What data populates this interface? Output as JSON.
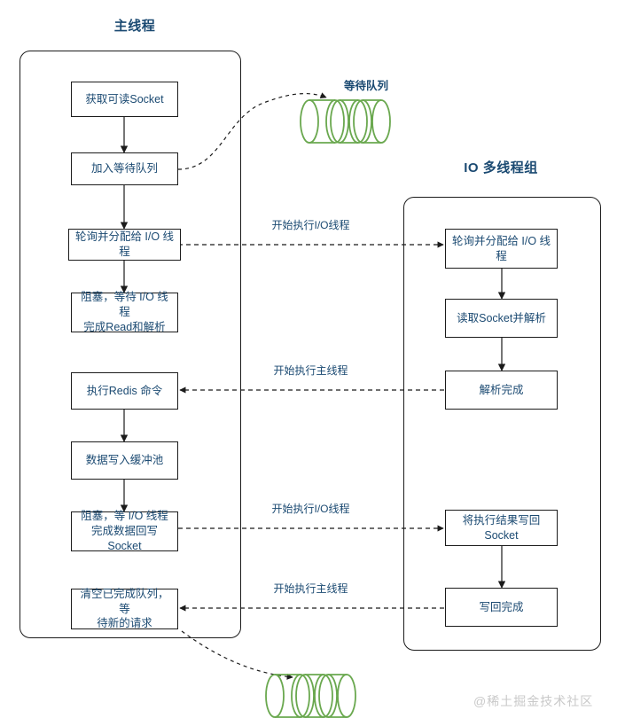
{
  "diagram": {
    "title_main": "主线程",
    "title_io": "IO 多线程组",
    "watermark": "@稀土掘金技术社区",
    "accent_text_color": "#1b4a72",
    "line_color": "#1b1b1b",
    "queue_color": "#6aa84f"
  },
  "queues": [
    {
      "id": "wait-queue-top",
      "label": "等待队列",
      "cylinders": 3
    },
    {
      "id": "done-queue-bottom",
      "label": "",
      "cylinders": 3
    }
  ],
  "main_thread": {
    "nodes": [
      {
        "id": "m1",
        "text": "获取可读Socket"
      },
      {
        "id": "m2",
        "text": "加入等待队列"
      },
      {
        "id": "m3",
        "text": "轮询并分配给 I/O 线程"
      },
      {
        "id": "m4",
        "text": "阻塞，等待 I/O 线程\n完成Read和解析"
      },
      {
        "id": "m5",
        "text": "执行Redis 命令"
      },
      {
        "id": "m6",
        "text": "数据写入缓冲池"
      },
      {
        "id": "m7",
        "text": "阻塞，等 I/O 线程\n完成数据回写Socket"
      },
      {
        "id": "m8",
        "text": "清空已完成队列，等\n待新的请求"
      }
    ]
  },
  "io_threads": {
    "nodes": [
      {
        "id": "i1",
        "text": "轮询并分配给 I/O 线程"
      },
      {
        "id": "i2",
        "text": "读取Socket并解析"
      },
      {
        "id": "i3",
        "text": "解析完成"
      },
      {
        "id": "i4",
        "text": "将执行结果写回\nSocket"
      },
      {
        "id": "i5",
        "text": "写回完成"
      }
    ]
  },
  "cross_edges": [
    {
      "id": "e1",
      "label": "开始执行I/O线程",
      "from": "m3",
      "to": "i1",
      "direction": "right"
    },
    {
      "id": "e2",
      "label": "开始执行主线程",
      "from": "i3",
      "to": "m5",
      "direction": "left"
    },
    {
      "id": "e3",
      "label": "开始执行I/O线程",
      "from": "m7",
      "to": "i4",
      "direction": "right"
    },
    {
      "id": "e4",
      "label": "开始执行主线程",
      "from": "i5",
      "to": "m8",
      "direction": "left"
    }
  ]
}
